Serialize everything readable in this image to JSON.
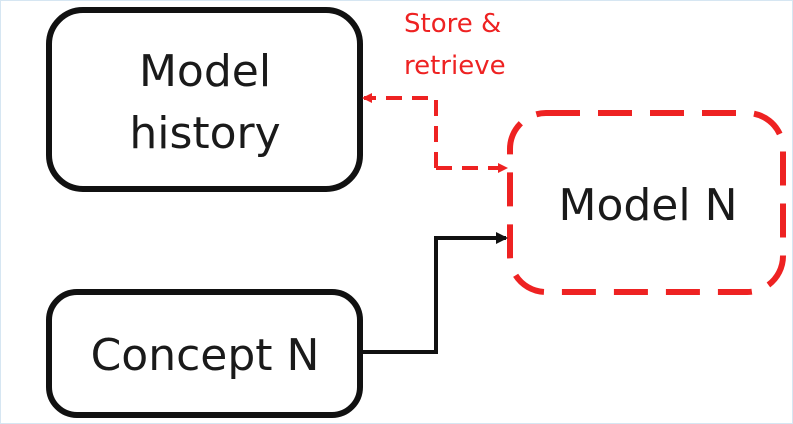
{
  "nodes": {
    "model_history": {
      "line1": "Model",
      "line2": "history"
    },
    "model_n": {
      "label": "Model N"
    },
    "concept_n": {
      "label": "Concept N"
    }
  },
  "edges": {
    "store_retrieve": {
      "line1": "Store &",
      "line2": "retrieve"
    }
  },
  "colors": {
    "accent_red": "#ee2222",
    "stroke_dark": "#111111",
    "frame_border": "#d6e6f2"
  }
}
